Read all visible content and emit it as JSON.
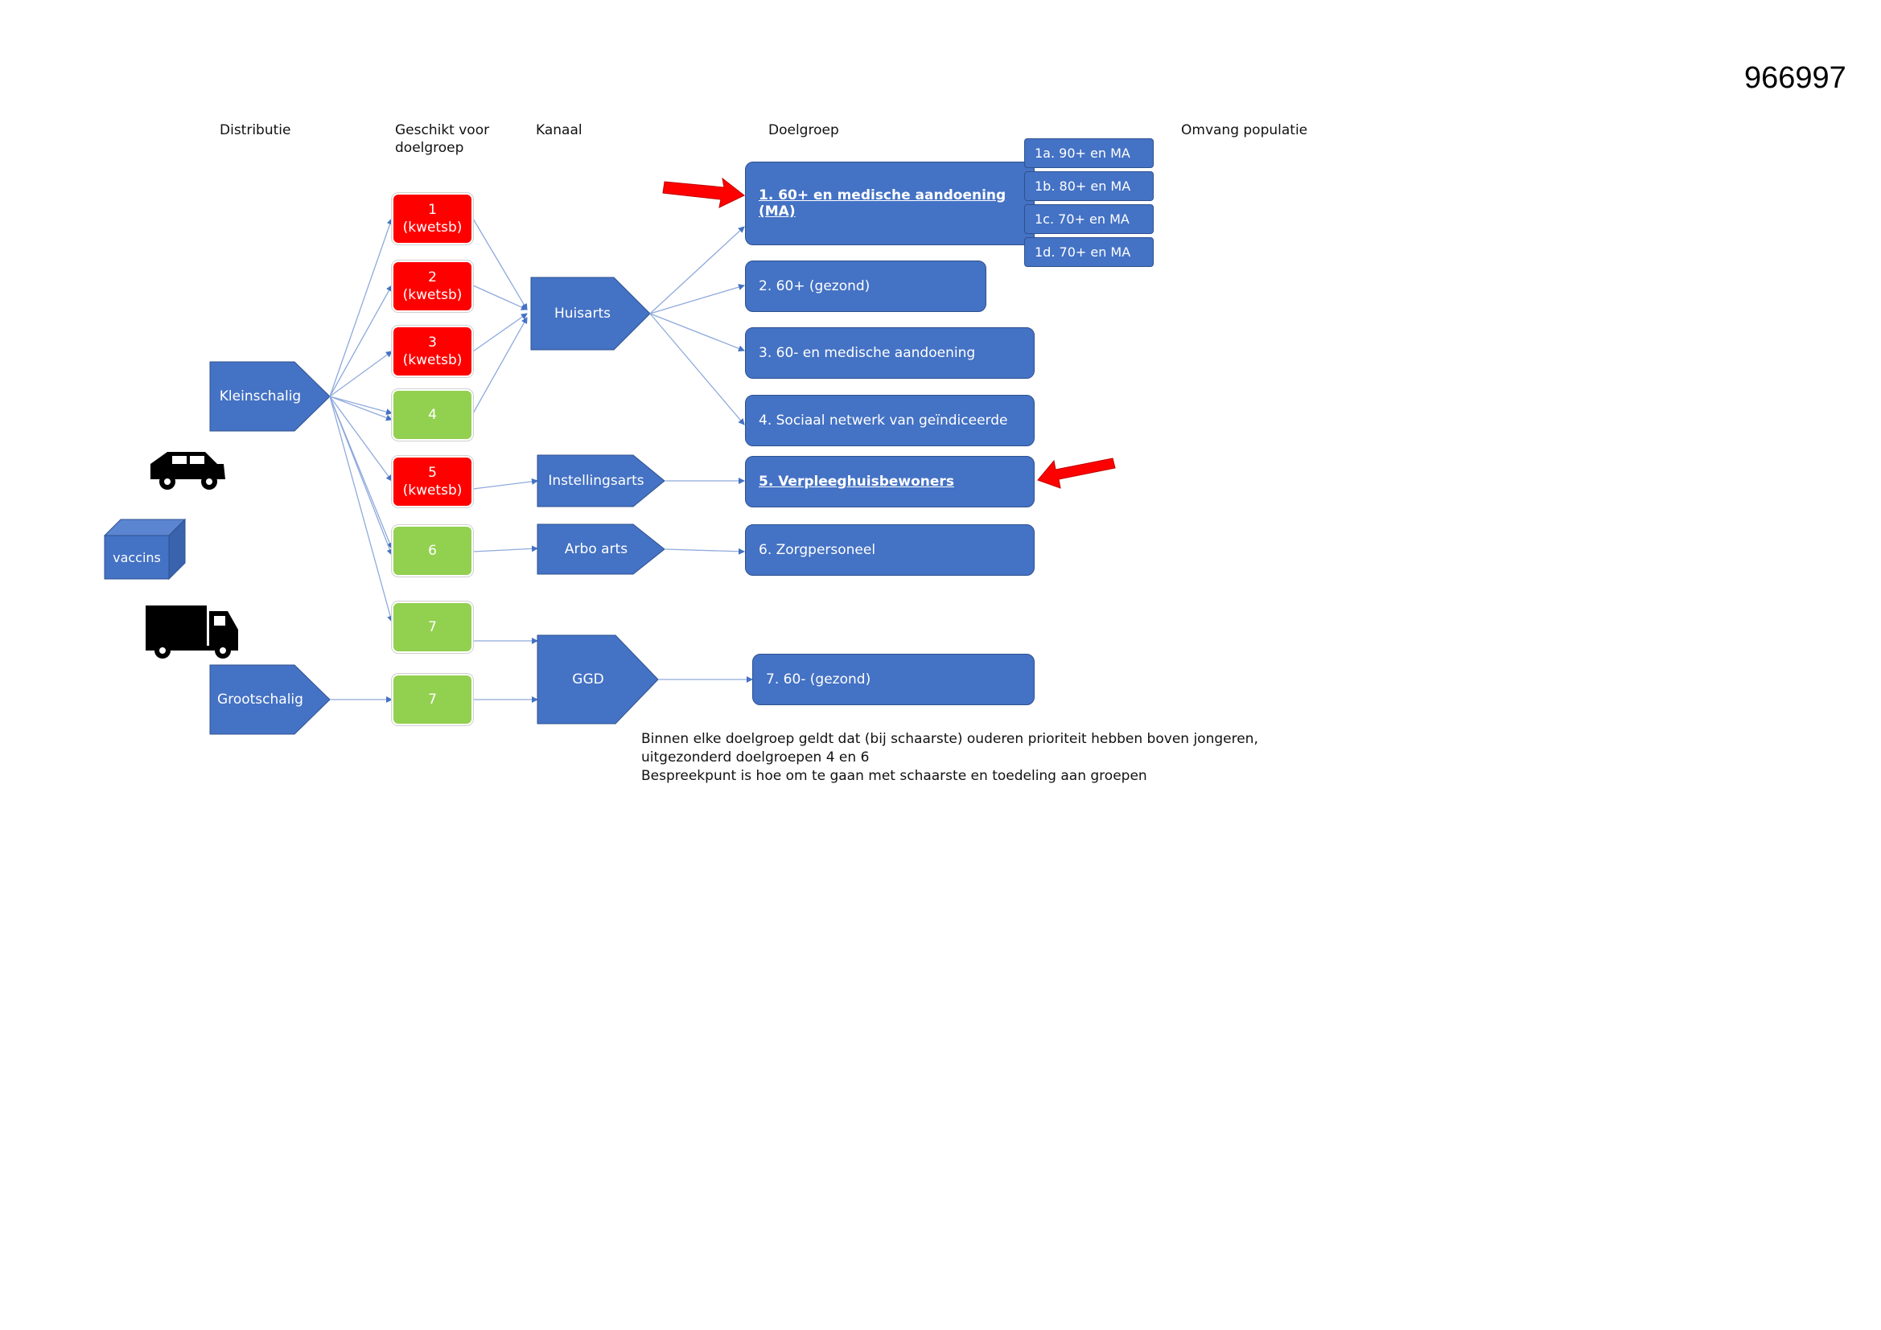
{
  "page_id": "966997",
  "headers": {
    "distributie": "Distributie",
    "geschikt_line1": "Geschikt voor",
    "geschikt_line2": "doelgroep",
    "kanaal": "Kanaal",
    "doelgroep": "Doelgroep",
    "omvang": "Omvang populatie"
  },
  "distribution": {
    "kleinschalig": "Kleinschalig",
    "grootschalig": "Grootschalig",
    "vaccins": "vaccins"
  },
  "suitable": [
    {
      "num": "1",
      "sub": "(kwetsb)",
      "color": "#ff0000"
    },
    {
      "num": "2",
      "sub": "(kwetsb)",
      "color": "#ff0000"
    },
    {
      "num": "3",
      "sub": "(kwetsb)",
      "color": "#ff0000"
    },
    {
      "num": "4",
      "sub": "",
      "color": "#92d050"
    },
    {
      "num": "5",
      "sub": "(kwetsb)",
      "color": "#ff0000"
    },
    {
      "num": "6",
      "sub": "",
      "color": "#92d050"
    },
    {
      "num": "7",
      "sub": "",
      "color": "#92d050"
    },
    {
      "num": "7",
      "sub": "",
      "color": "#92d050"
    }
  ],
  "channels": {
    "huisarts": "Huisarts",
    "instellingsarts": "Instellingsarts",
    "arbo": "Arbo arts",
    "ggd": "GGD"
  },
  "targets": {
    "t1": "1.   60+  en medische aandoening (MA)",
    "t2": "2.   60+ (gezond)",
    "t3": "3.   60-  en medische aandoening",
    "t4": "4.   Sociaal netwerk van geïndiceerde",
    "t5": "5.   Verpleeghuisbewoners",
    "t6": "6.   Zorgpersoneel",
    "t7": "7.   60- (gezond)"
  },
  "subgroups": {
    "s1a": "1a.   90+  en MA",
    "s1b": "1b.   80+  en MA",
    "s1c": "1c.   70+  en MA",
    "s1d": "1d.   70+  en MA"
  },
  "note": {
    "line1": "Binnen elke doelgroep geldt dat (bij schaarste) ouderen prioriteit hebben boven jongeren,",
    "line2": "uitgezonderd doelgroepen 4 en 6",
    "line3": "Bespreekpunt is hoe om te gaan met schaarste en toedeling aan groepen"
  },
  "icons": [
    "car-icon",
    "truck-icon",
    "vaccine-box-icon",
    "red-arrow-icon"
  ],
  "colors": {
    "blue": "#4472c4",
    "red": "#ff0000",
    "green": "#92d050"
  }
}
